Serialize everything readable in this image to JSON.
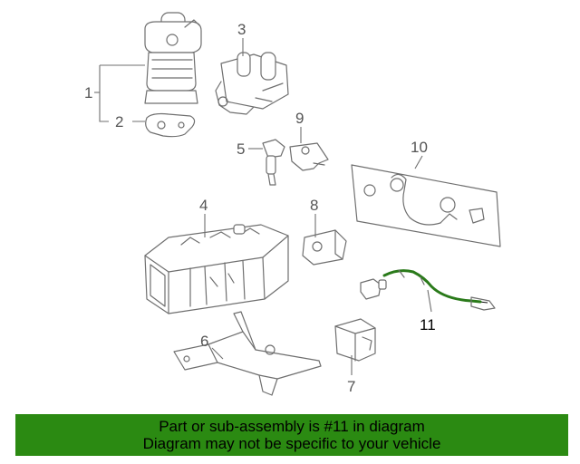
{
  "callouts": {
    "c1": "1",
    "c2": "2",
    "c3": "3",
    "c4": "4",
    "c5": "5",
    "c6": "6",
    "c7": "7",
    "c8": "8",
    "c9": "9",
    "c10": "10",
    "c11": "11"
  },
  "banner": {
    "line1": "Part or sub-assembly is #11 in diagram",
    "line2": "Diagram may not be specific to your vehicle"
  },
  "colors": {
    "banner_bg": "#2b8a12",
    "highlight": "#2a7a1a",
    "line_art": "#6f6f6f"
  }
}
